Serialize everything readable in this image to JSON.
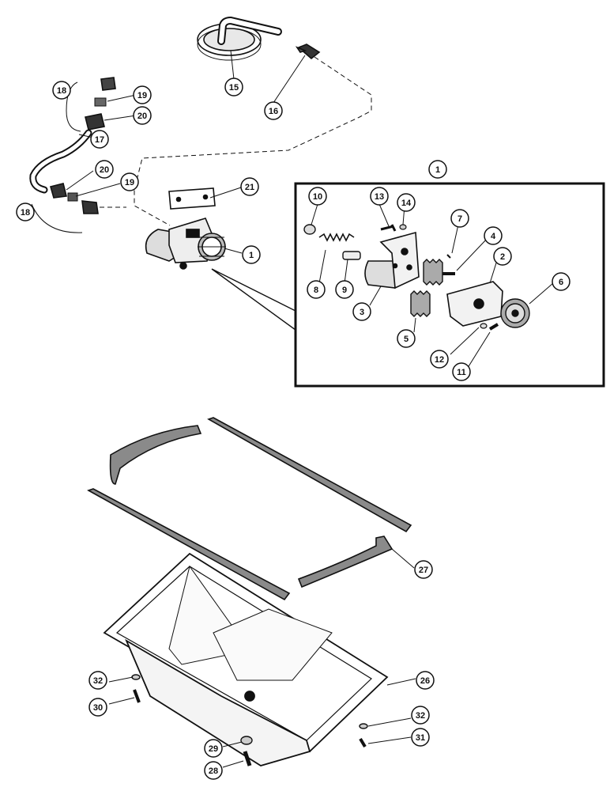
{
  "diagram": {
    "callouts": [
      {
        "id": "c15",
        "label": "15"
      },
      {
        "id": "c16",
        "label": "16"
      },
      {
        "id": "c18a",
        "label": "18"
      },
      {
        "id": "c19a",
        "label": "19"
      },
      {
        "id": "c20a",
        "label": "20"
      },
      {
        "id": "c17",
        "label": "17"
      },
      {
        "id": "c20b",
        "label": "20"
      },
      {
        "id": "c19b",
        "label": "19"
      },
      {
        "id": "c18b",
        "label": "18"
      },
      {
        "id": "c21",
        "label": "21"
      },
      {
        "id": "c1a",
        "label": "1"
      },
      {
        "id": "c1b",
        "label": "1"
      },
      {
        "id": "c10",
        "label": "10"
      },
      {
        "id": "c13",
        "label": "13"
      },
      {
        "id": "c14",
        "label": "14"
      },
      {
        "id": "c7",
        "label": "7"
      },
      {
        "id": "c4",
        "label": "4"
      },
      {
        "id": "c2",
        "label": "2"
      },
      {
        "id": "c6",
        "label": "6"
      },
      {
        "id": "c8",
        "label": "8"
      },
      {
        "id": "c9",
        "label": "9"
      },
      {
        "id": "c3",
        "label": "3"
      },
      {
        "id": "c5",
        "label": "5"
      },
      {
        "id": "c12",
        "label": "12"
      },
      {
        "id": "c11",
        "label": "11"
      },
      {
        "id": "c27",
        "label": "27"
      },
      {
        "id": "c26",
        "label": "26"
      },
      {
        "id": "c32a",
        "label": "32"
      },
      {
        "id": "c30",
        "label": "30"
      },
      {
        "id": "c29",
        "label": "29"
      },
      {
        "id": "c28",
        "label": "28"
      },
      {
        "id": "c32b",
        "label": "32"
      },
      {
        "id": "c31",
        "label": "31"
      }
    ]
  },
  "colors": {
    "ink": "#111111",
    "paper": "#ffffff",
    "gasket": "#7a7a7a"
  }
}
